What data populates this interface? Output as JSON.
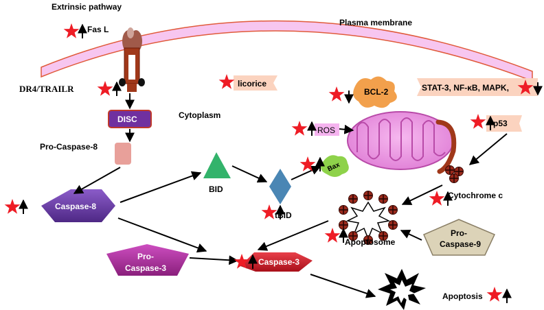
{
  "labels": {
    "extrinsic_pathway": "Extrinsic pathway",
    "fas_l": "Fas L",
    "plasma_membrane": "Plasma membrane",
    "dr4_trailr": "DR4/TRAILR",
    "licorice": "licorice",
    "bcl2": "BCL-2",
    "stat3": "STAT-3, NF-κB, MAPK,",
    "disc": "DISC",
    "cytoplasm": "Cytoplasm",
    "ros": "ROS",
    "p53": "p53",
    "pro_caspase_8": "Pro-Caspase-8",
    "bax": "Bax",
    "bid": "BID",
    "tbid": "tBID",
    "caspase_8": "Caspase-8",
    "cytochrome_c": "Cytochrome c",
    "pro_caspase_9_line1": "Pro-",
    "pro_caspase_9_line2": "Caspase-9",
    "apoptosome": "Apoptosome",
    "pro_caspase_3_line1": "Pro-",
    "pro_caspase_3_line2": "Caspase-3",
    "caspase_3": "Caspase-3",
    "apoptosis": "Apoptosis"
  },
  "colors": {
    "star": "#ee1c25",
    "membrane": "#f7c6f0",
    "membrane_edge": "#e05a3a",
    "receptor": "#a0381a",
    "disc_fill": "#7030a0",
    "disc_edge": "#c0392b",
    "pro_casp8": "#e8a09a",
    "bid": "#33b36b",
    "tbid": "#4a86b4",
    "caspase8": "#6a3aa0",
    "pro_casp3": "#b0309a",
    "caspase3": "#d01f2a",
    "pro_casp9": "#dcd3b8",
    "mito": "#ea8ee0",
    "bcl2": "#f2a04c",
    "bax": "#8ed24a",
    "peach": "#fbd3bf",
    "ros_box": "#f5b3ef",
    "cyto_c": "#8a1c1c"
  }
}
